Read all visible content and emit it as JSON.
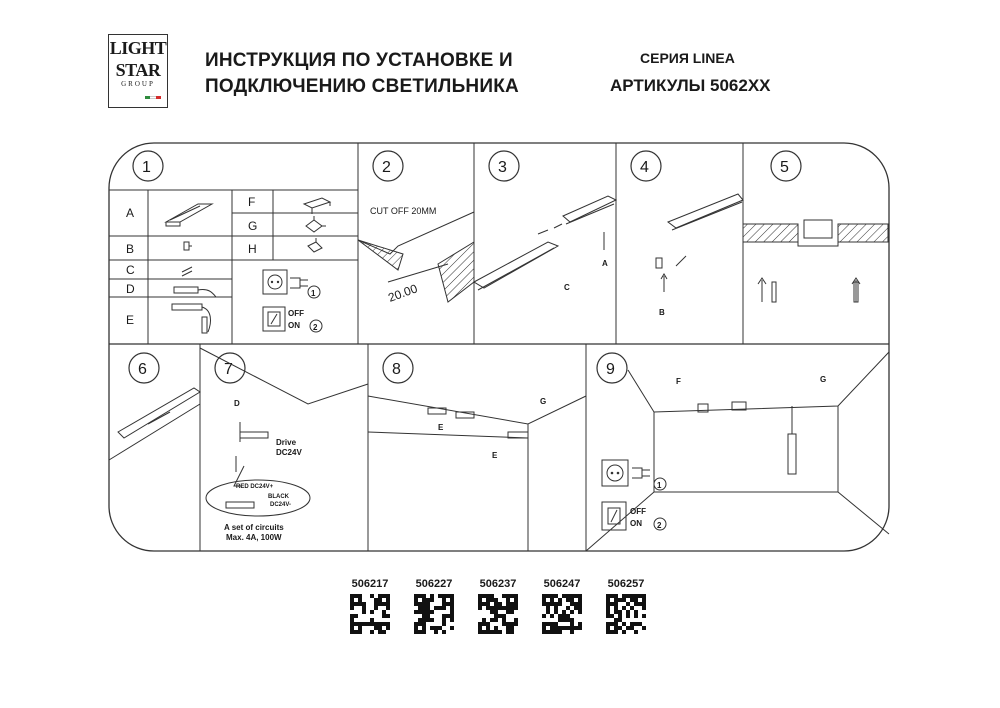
{
  "header": {
    "logo_line1": "LIGHT",
    "logo_line2": "STAR",
    "logo_line3": "GROUP",
    "title_line1": "ИНСТРУКЦИЯ ПО УСТАНОВКЕ И",
    "title_line2": "ПОДКЛЮЧЕНИЮ СВЕТИЛЬНИКА",
    "series": "СЕРИЯ LINEA",
    "articles": "АРТИКУЛЫ 5062XX",
    "flag_colors": [
      "#2e8b3e",
      "#ffffff",
      "#d42b2b"
    ]
  },
  "steps": {
    "s1": "1",
    "s2": "2",
    "s3": "3",
    "s4": "4",
    "s5": "5",
    "s6": "6",
    "s7": "7",
    "s8": "8",
    "s9": "9"
  },
  "parts": {
    "A": "A",
    "B": "B",
    "C": "C",
    "D": "D",
    "E": "E",
    "F": "F",
    "G": "G",
    "H": "H"
  },
  "power": {
    "off": "OFF",
    "on": "ON",
    "step1": "1",
    "step2": "2"
  },
  "step2": {
    "cut_off": "CUT OFF 20MM",
    "dimension": "20.00"
  },
  "step7": {
    "drive": "Drive",
    "drive_voltage": "DC24V",
    "red": "RED DC24V+",
    "black": "BLACK",
    "black_voltage": "DC24V-",
    "circuits": "A set of circuits",
    "max": "Max. 4A, 100W"
  },
  "qr_codes": [
    "506217",
    "506227",
    "506237",
    "506247",
    "506257"
  ]
}
